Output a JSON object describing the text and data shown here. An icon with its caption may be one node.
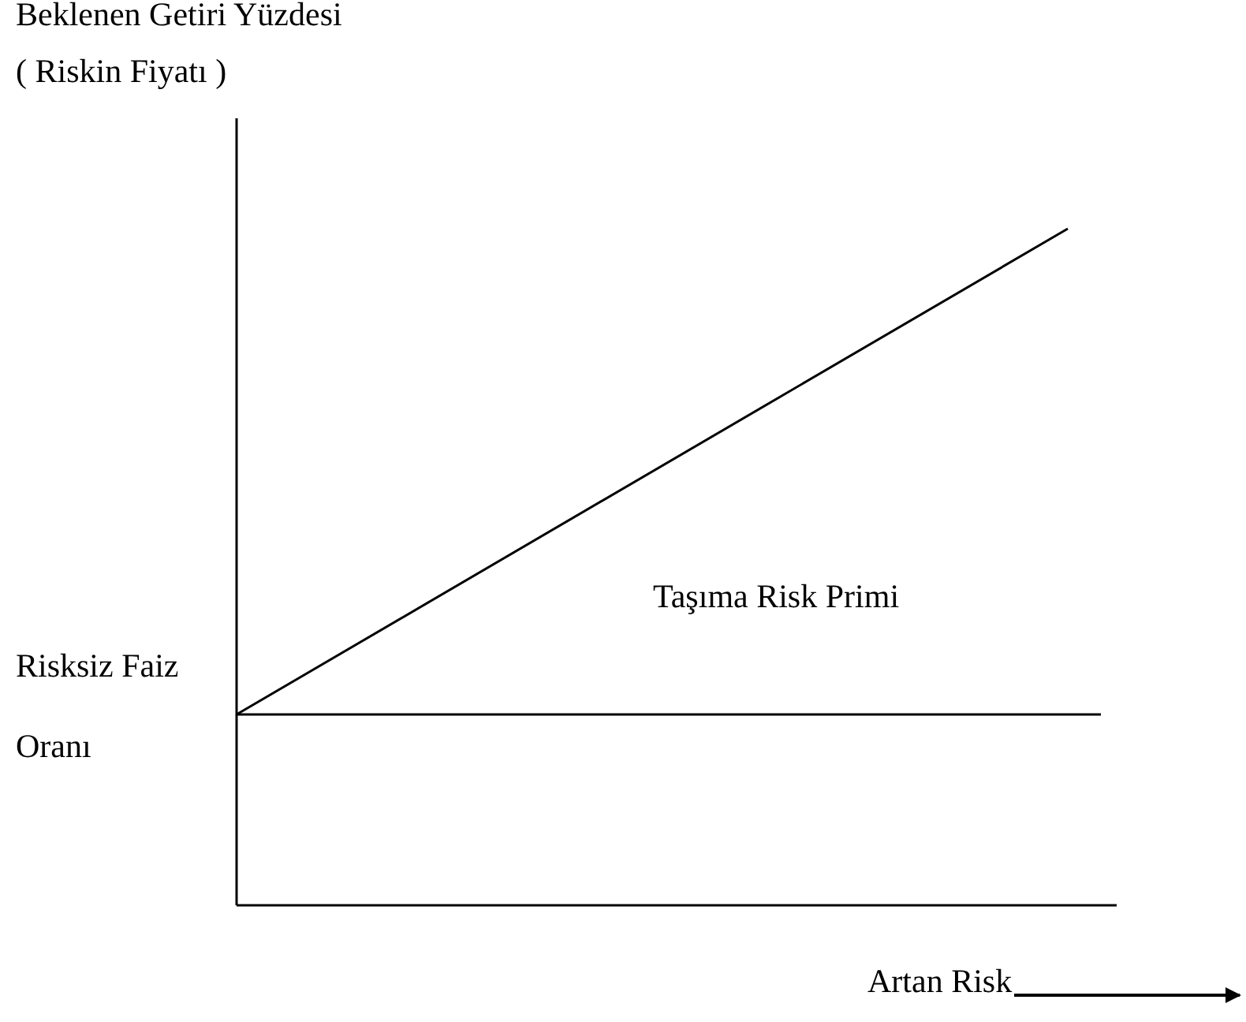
{
  "diagram": {
    "labels": [
      "Beklenen Getiri Yüzdesi",
      "( Riskin Fiyatı )",
      "Taşıma Risk Primi",
      "Risksiz Faiz Oranı",
      "Artan Risk"
    ]
  }
}
